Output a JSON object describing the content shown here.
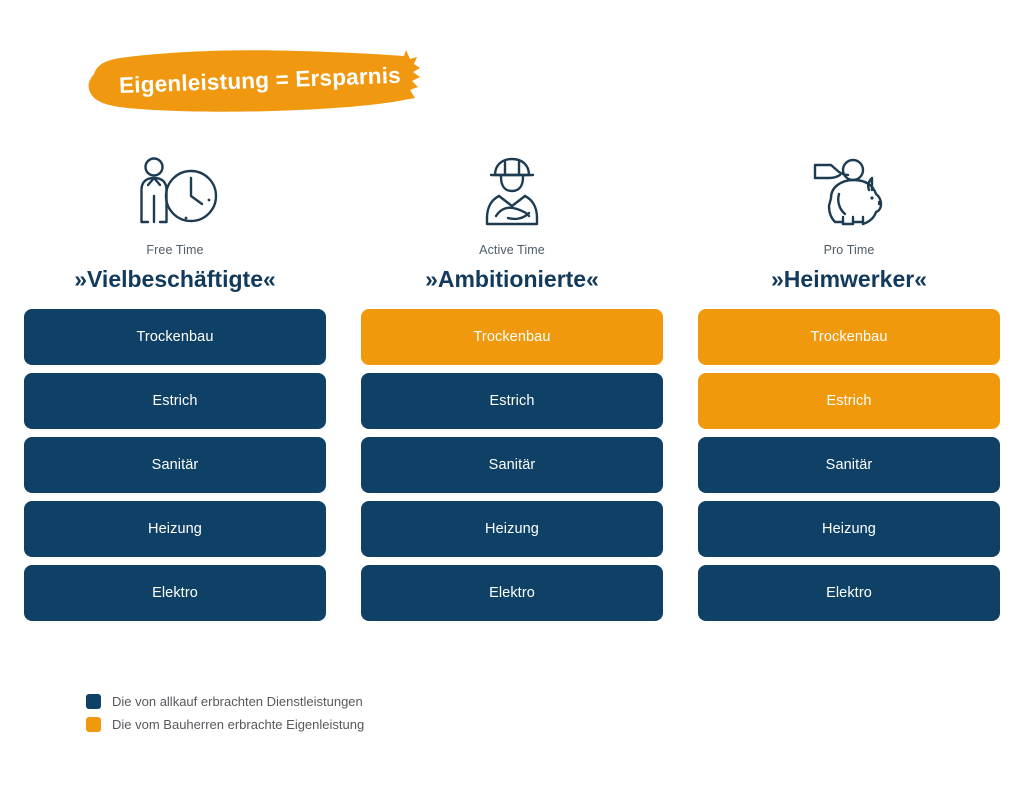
{
  "banner": {
    "text": "Eigenleistung = Ersparnis",
    "color": "#ef9810"
  },
  "colors": {
    "navy": "#0e4165",
    "orange": "#f0990c",
    "background": "#ffffff",
    "kicker_gray": "#4f5c68",
    "legend_gray": "#56595c"
  },
  "columns": [
    {
      "icon": "person-with-clock-icon",
      "kicker": "Free Time",
      "title": "»Vielbeschäftigte«",
      "tasks": [
        {
          "label": "Trockenbau",
          "owner": "allkauf"
        },
        {
          "label": "Estrich",
          "owner": "allkauf"
        },
        {
          "label": "Sanitär",
          "owner": "allkauf"
        },
        {
          "label": "Heizung",
          "owner": "allkauf"
        },
        {
          "label": "Elektro",
          "owner": "allkauf"
        }
      ]
    },
    {
      "icon": "worker-hardhat-crossed-arms-icon",
      "kicker": "Active Time",
      "title": "»Ambitionierte«",
      "tasks": [
        {
          "label": "Trockenbau",
          "owner": "bauherr"
        },
        {
          "label": "Estrich",
          "owner": "allkauf"
        },
        {
          "label": "Sanitär",
          "owner": "allkauf"
        },
        {
          "label": "Heizung",
          "owner": "allkauf"
        },
        {
          "label": "Elektro",
          "owner": "allkauf"
        }
      ]
    },
    {
      "icon": "piggy-bank-coin-icon",
      "kicker": "Pro Time",
      "title": "»Heimwerker«",
      "tasks": [
        {
          "label": "Trockenbau",
          "owner": "bauherr"
        },
        {
          "label": "Estrich",
          "owner": "bauherr"
        },
        {
          "label": "Sanitär",
          "owner": "allkauf"
        },
        {
          "label": "Heizung",
          "owner": "allkauf"
        },
        {
          "label": "Elektro",
          "owner": "allkauf"
        }
      ]
    }
  ],
  "legend": [
    {
      "owner": "allkauf",
      "label": "Die von allkauf erbrachten Dienstleistungen"
    },
    {
      "owner": "bauherr",
      "label": "Die vom Bauherren erbrachte Eigenleistung"
    }
  ]
}
